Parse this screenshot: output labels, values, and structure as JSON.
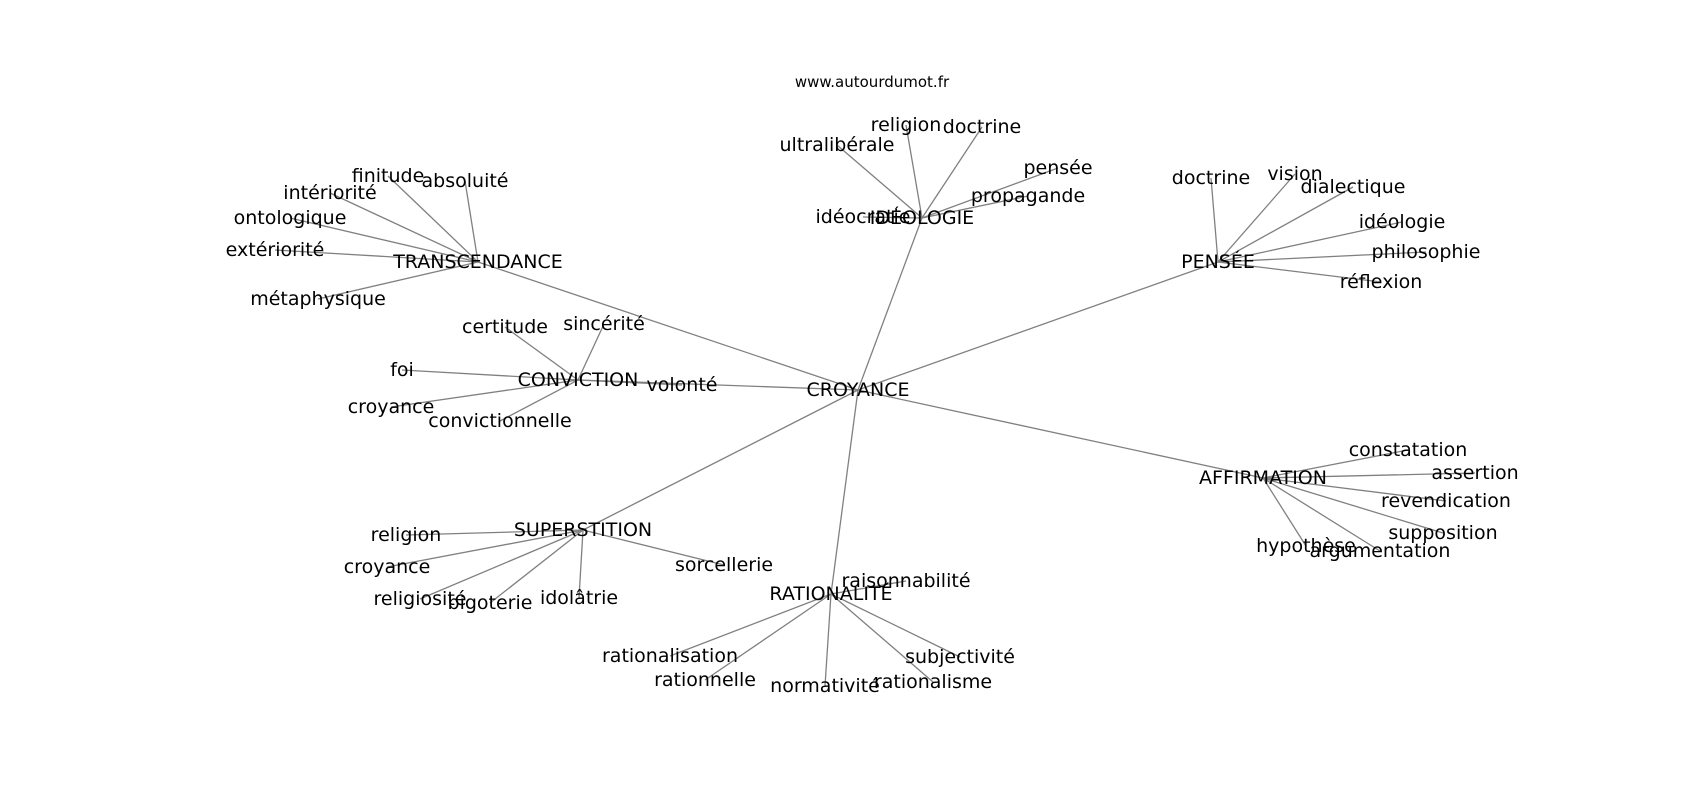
{
  "source": "www.autourdumot.fr",
  "root": {
    "id": "croyance",
    "label": "CROYANCE"
  },
  "hubs": [
    {
      "id": "transcendance",
      "label": "TRANSCENDANCE",
      "words": [
        "finitude",
        "absoluité",
        "intériorité",
        "ontologique",
        "extériorité",
        "métaphysique"
      ]
    },
    {
      "id": "ideologie",
      "label": "IDÉOLOGIE",
      "words": [
        "religion",
        "doctrine",
        "ultralibérale",
        "pensée",
        "propagande",
        "idéocratie"
      ]
    },
    {
      "id": "pensee",
      "label": "PENSÉE",
      "words": [
        "doctrine",
        "vision",
        "dialectique",
        "idéologie",
        "philosophie",
        "réflexion"
      ]
    },
    {
      "id": "conviction",
      "label": "CONVICTION",
      "words": [
        "certitude",
        "sincérité",
        "foi",
        "volonté",
        "croyance",
        "convictionnelle"
      ]
    },
    {
      "id": "affirmation",
      "label": "AFFIRMATION",
      "words": [
        "constatation",
        "assertion",
        "revendication",
        "supposition",
        "hypothèse",
        "argumentation"
      ]
    },
    {
      "id": "superstition",
      "label": "SUPERSTITION",
      "words": [
        "religion",
        "croyance",
        "religiosité",
        "bigoterie",
        "idolâtrie",
        "sorcellerie"
      ]
    },
    {
      "id": "rationalite",
      "label": "RATIONALITÉ",
      "words": [
        "raisonnabilité",
        "rationalisation",
        "subjectivité",
        "rationnelle",
        "normativité",
        "rationalisme"
      ]
    }
  ]
}
